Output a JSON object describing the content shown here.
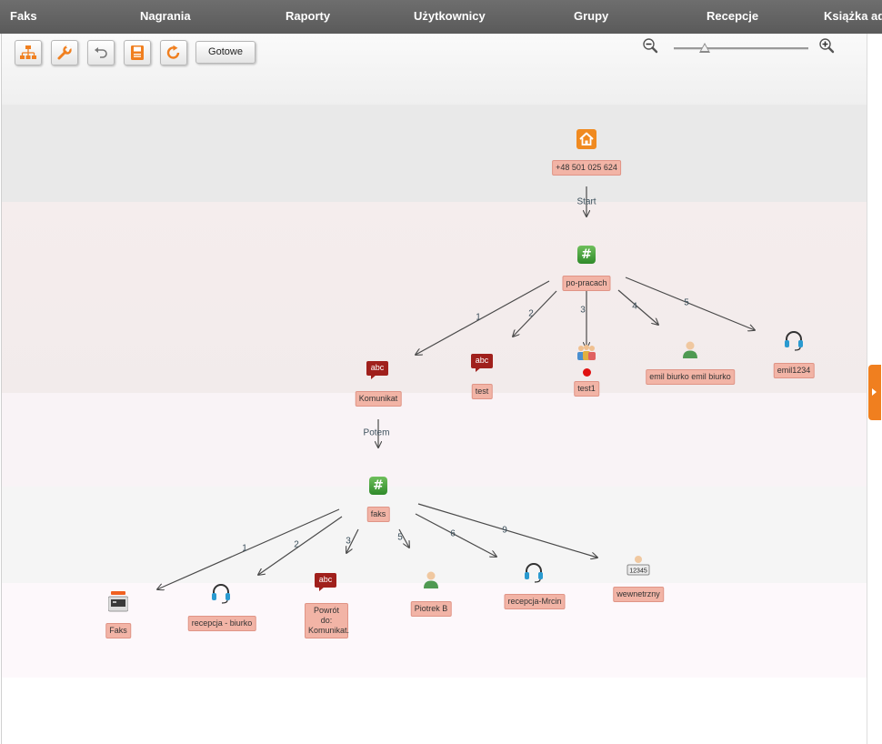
{
  "nav": {
    "items": [
      "Faks",
      "Nagrania",
      "Raporty",
      "Użytkownicy",
      "Grupy",
      "Recepcje",
      "Książka ad"
    ]
  },
  "toolbar": {
    "tools": [
      "structure-icon",
      "wrench-icon",
      "undo-icon",
      "save-icon",
      "refresh-icon"
    ],
    "done_label": "Gotowe",
    "zoom": {
      "out_icon": "zoom-out-icon",
      "in_icon": "zoom-in-icon",
      "level": 0.23
    }
  },
  "colors": {
    "accent": "#f07f1f",
    "label_bg": "#f2b4a6",
    "edge": "#4a4a4a",
    "hash_node": "#3e9a35",
    "message_node": "#a0201c"
  },
  "flow": {
    "start": {
      "icon": "home-icon",
      "label": "+48 501 025 624"
    },
    "start_edge": "Start",
    "menu1": {
      "icon": "hash-icon",
      "label": "po-pracach",
      "options": [
        {
          "key": "1",
          "icon": "message-icon",
          "label": "Komunikat"
        },
        {
          "key": "2",
          "icon": "message-icon",
          "label": "test"
        },
        {
          "key": "3",
          "icon": "group-icon",
          "label": "test1"
        },
        {
          "key": "4",
          "icon": "user-icon",
          "label": "emil  biurko emil  biurko"
        },
        {
          "key": "5",
          "icon": "headset-icon",
          "label": "emil1234"
        }
      ]
    },
    "then_edge": "Potem",
    "menu2": {
      "icon": "hash-icon",
      "label": "faks",
      "options": [
        {
          "key": "1",
          "icon": "fax-icon",
          "label": "Faks"
        },
        {
          "key": "2",
          "icon": "headset-icon",
          "label": "recepcja - biurko"
        },
        {
          "key": "3",
          "icon": "message-icon",
          "label": "Powrót do: Komunikat."
        },
        {
          "key": "5",
          "icon": "user-icon",
          "label": "Piotrek B"
        },
        {
          "key": "6",
          "icon": "headset-icon",
          "label": "recepcja-Mrcin"
        },
        {
          "key": "9",
          "icon": "extension-icon",
          "label": "wewnetrzny"
        }
      ]
    },
    "abc_text": "abc",
    "ext_text": "12345"
  }
}
